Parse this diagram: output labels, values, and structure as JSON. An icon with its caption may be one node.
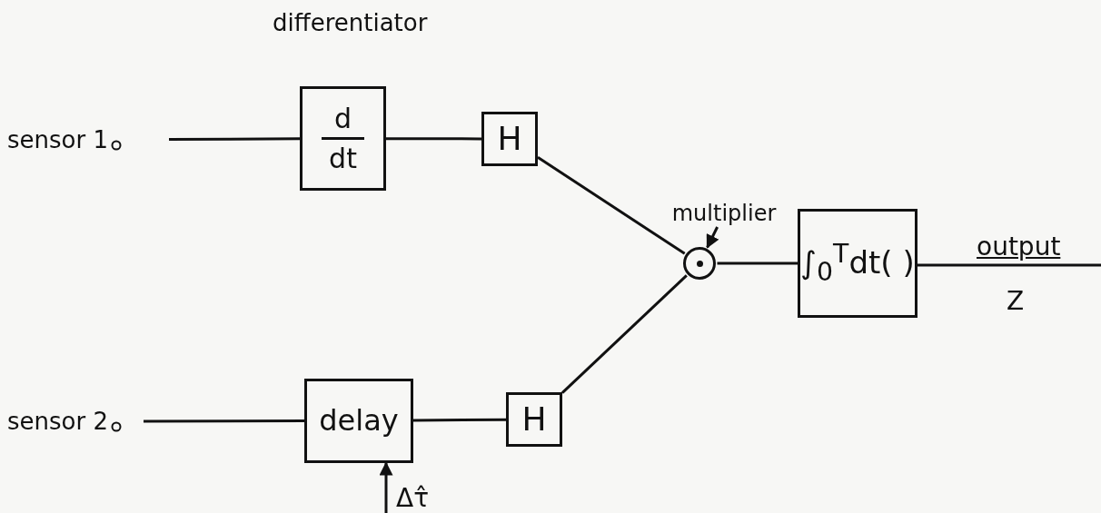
{
  "diagram": {
    "nodes": [
      {
        "text": [
          "sensor 1"
        ]
      },
      {
        "text": [
          "d",
          "dt"
        ],
        "beside": [
          "differentiator"
        ]
      },
      {
        "text": [
          "H"
        ]
      },
      {
        "text": [
          "sensor 2"
        ]
      },
      {
        "text": [
          "delay"
        ]
      },
      {
        "text": [
          "H"
        ]
      },
      {
        "text": [],
        "shape": "circle"
      },
      {
        "text": [
          "multiplier"
        ]
      },
      {
        "text": [
          "∫$_{0}$$^{T}$dt( )"
        ]
      }
    ],
    "edges": [
      {
        "from": 0,
        "to": 1,
        "arrow": "none"
      },
      {
        "from": 1,
        "to": 2,
        "arrow": "none"
      },
      {
        "from": 2,
        "to": 6,
        "arrow": "none"
      },
      {
        "from": 3,
        "to": 4,
        "arrow": "none"
      },
      {
        "from": 4,
        "to": 5,
        "arrow": "none"
      },
      {
        "from": 5,
        "to": 6,
        "arrow": "none"
      },
      {
        "from": 6,
        "to": 8,
        "arrow": "none"
      },
      {
        "from": 8,
        "to": null,
        "arrow": "none",
        "label": "output"
      },
      {
        "from": null,
        "to": 4,
        "arrow": "to",
        "label": "Δτ̂"
      },
      {
        "from": 7,
        "to": 6,
        "arrow": "to"
      }
    ],
    "labels": [
      "Z"
    ]
  }
}
